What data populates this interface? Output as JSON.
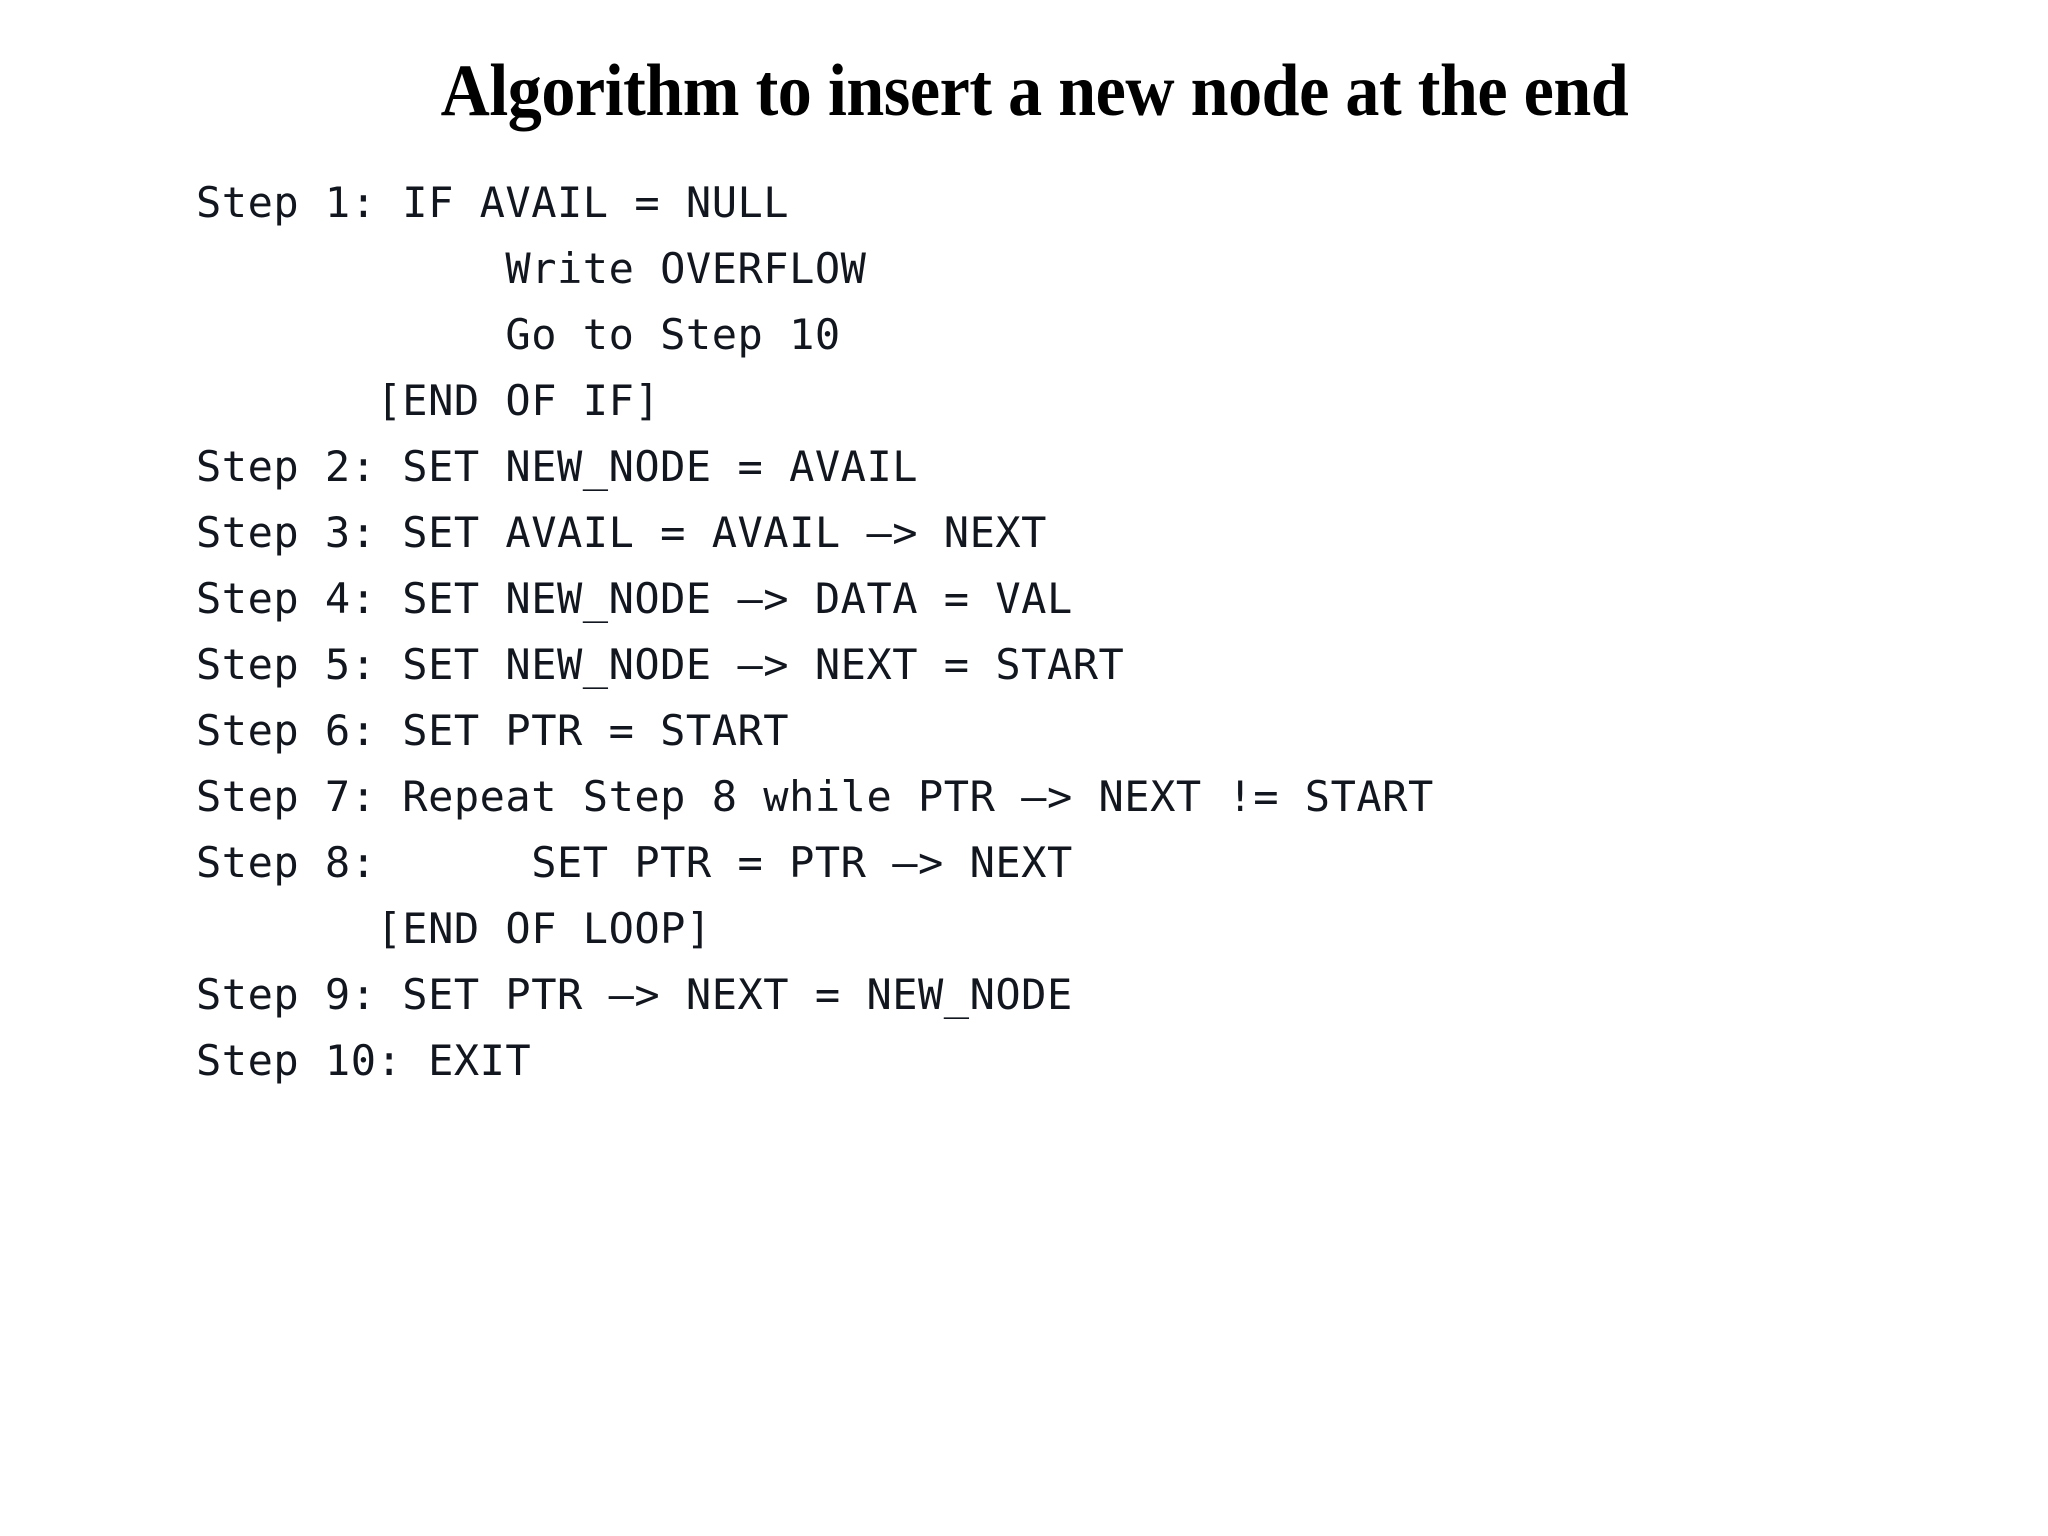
{
  "slide": {
    "title": "Algorithm to insert a new node at the end",
    "background_color": "#ffffff",
    "text_color": "#12161f",
    "title_color": "#000000"
  },
  "algorithm": {
    "name": "insert-node-at-end",
    "lines": [
      {
        "id": "step-1",
        "indent": 0,
        "text": "Step 1: IF AVAIL = NULL"
      },
      {
        "id": "overflow",
        "indent": 12,
        "text": "Write OVERFLOW"
      },
      {
        "id": "goto-step-10",
        "indent": 12,
        "text": "Go to Step 10"
      },
      {
        "id": "end-of-if",
        "indent": 7,
        "text": "[END OF IF]"
      },
      {
        "id": "step-2",
        "indent": 0,
        "text": "Step 2: SET NEW_NODE = AVAIL"
      },
      {
        "id": "step-3",
        "indent": 0,
        "text": "Step 3: SET AVAIL = AVAIL –> NEXT"
      },
      {
        "id": "step-4",
        "indent": 0,
        "text": "Step 4: SET NEW_NODE –> DATA = VAL"
      },
      {
        "id": "step-5",
        "indent": 0,
        "text": "Step 5: SET NEW_NODE –> NEXT = START"
      },
      {
        "id": "step-6",
        "indent": 0,
        "text": "Step 6: SET PTR = START"
      },
      {
        "id": "step-7",
        "indent": 0,
        "text": "Step 7: Repeat Step 8 while PTR –> NEXT != START"
      },
      {
        "id": "step-8",
        "indent": 0,
        "text": "Step 8:      SET PTR = PTR –> NEXT"
      },
      {
        "id": "end-of-loop",
        "indent": 7,
        "text": "[END OF LOOP]"
      },
      {
        "id": "step-9",
        "indent": 0,
        "text": "Step 9: SET PTR –> NEXT = NEW_NODE"
      },
      {
        "id": "step-10",
        "indent": 0,
        "text": "Step 10: EXIT"
      }
    ]
  }
}
